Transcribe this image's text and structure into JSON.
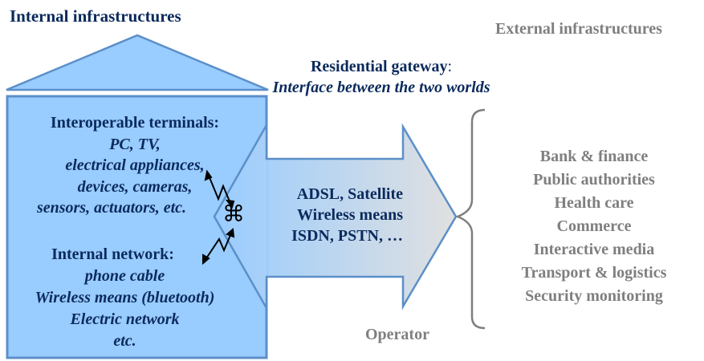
{
  "titles": {
    "internal": "Internal infrastructures",
    "external": "External infrastructures"
  },
  "house": {
    "terminals_heading": "Interoperable terminals:",
    "terminals_items": [
      "PC, TV,",
      "electrical appliances,",
      "devices, cameras,",
      "sensors, actuators, etc."
    ],
    "network_heading": "Internal network:",
    "network_items": [
      "phone cable",
      "Wireless means (bluetooth)",
      "Electric network",
      "etc."
    ],
    "gateway_symbol": "⌘"
  },
  "gateway": {
    "label": "Residential gateway",
    "colon": ":",
    "description": "Interface between the two worlds"
  },
  "links": {
    "items": [
      "ADSL, Satellite",
      "Wireless means",
      "ISDN, PSTN, …"
    ]
  },
  "operator": {
    "label": "Operator"
  },
  "services": {
    "items": [
      "Bank & finance",
      "Public authorities",
      "Health care",
      "Commerce",
      "Interactive media",
      "Transport & logistics",
      "Security monitoring"
    ]
  },
  "colors": {
    "house_fill": "#99ccff",
    "house_stroke": "#5b8fc8",
    "arrow_gradient_start": "#99ccff",
    "arrow_gradient_end": "#e0e0e0",
    "text_navy": "#0b2a5c",
    "text_gray": "#7f7f7f",
    "brace": "#7f7f7f"
  }
}
